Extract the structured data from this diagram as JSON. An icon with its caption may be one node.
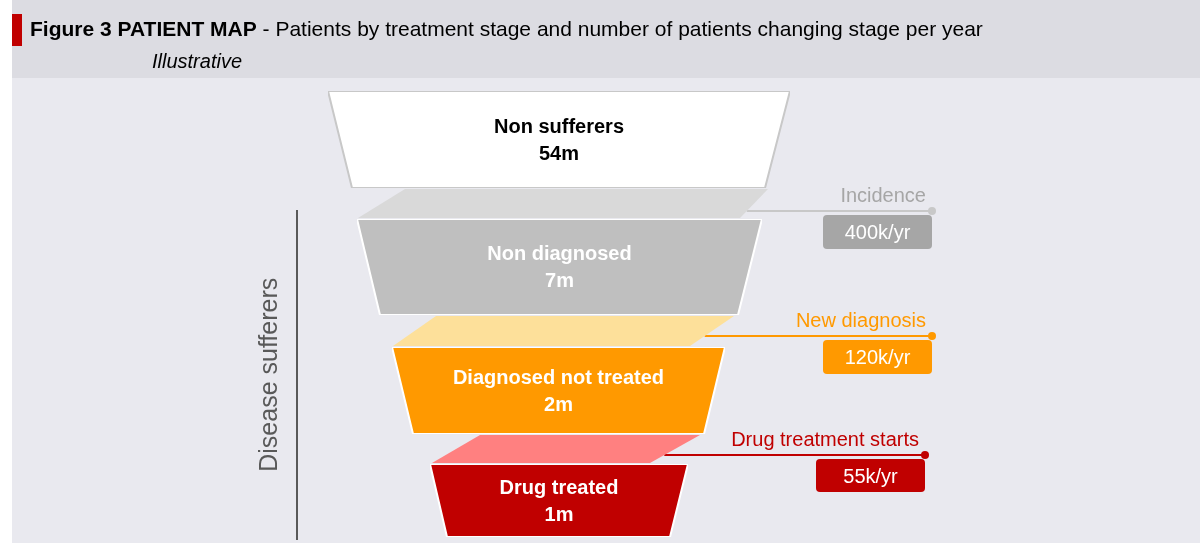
{
  "diagram": {
    "title": "**Figure 3** **PATIENT MAP** - Patients by treatment stage and number of patients changing stage per year",
    "nodes": [
      {
        "text": [
          "Non sufferers",
          "54m"
        ]
      },
      {
        "text": [],
        "shape": "band"
      },
      {
        "text": [
          "Non diagnosed",
          "7m"
        ]
      },
      {
        "text": [],
        "shape": "band"
      },
      {
        "text": [
          "Diagnosed not treated",
          "2m"
        ]
      },
      {
        "text": [],
        "shape": "band"
      },
      {
        "text": [
          "Drug treated",
          "1m"
        ]
      },
      {
        "text": [
          "400k/yr"
        ],
        "beside": [
          "Incidence"
        ]
      },
      {
        "text": [
          "120k/yr"
        ],
        "beside": [
          "New diagnosis"
        ]
      },
      {
        "text": [
          "55k/yr"
        ],
        "beside": [
          "Drug treatment starts"
        ]
      }
    ],
    "edges": [
      {
        "from": 1,
        "to": 7,
        "arrow": "other",
        "color": "#c8c8c8"
      },
      {
        "from": 3,
        "to": 8,
        "arrow": "other",
        "color": "#ff9900"
      },
      {
        "from": 5,
        "to": 9,
        "arrow": "other",
        "color": "#c00000"
      }
    ],
    "labels": [
      "Illustrative",
      "Disease sufferers"
    ]
  }
}
